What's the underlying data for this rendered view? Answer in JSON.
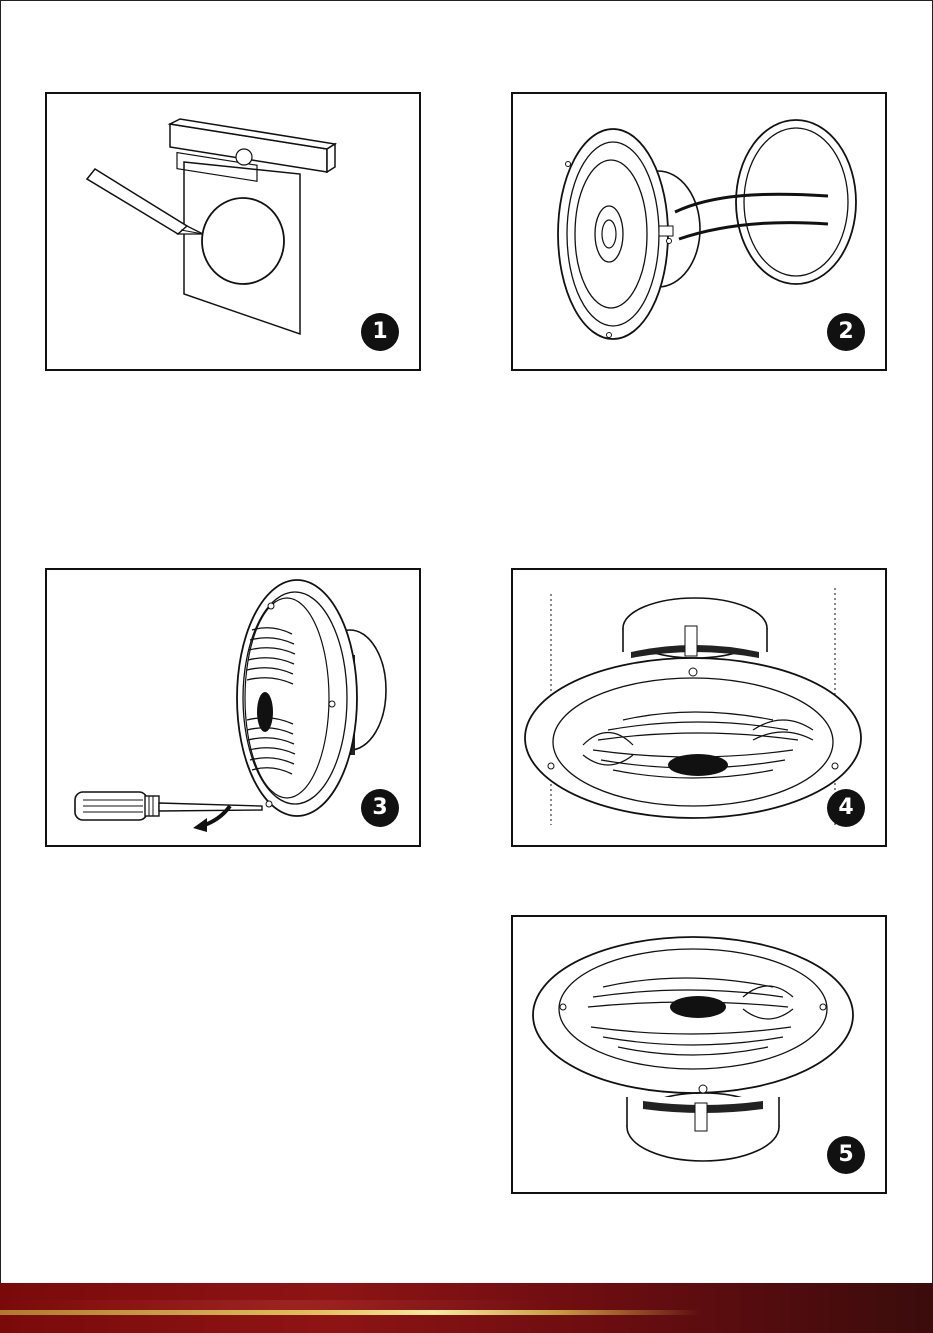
{
  "steps": [
    {
      "id": "1",
      "label": "1",
      "icon": "cutout-template-icon"
    },
    {
      "id": "2",
      "label": "2",
      "icon": "speaker-wiring-icon"
    },
    {
      "id": "3",
      "label": "3",
      "icon": "screwdriver-grille-icon"
    },
    {
      "id": "4",
      "label": "4",
      "icon": "speaker-mount-icon"
    },
    {
      "id": "5",
      "label": "5",
      "icon": "speaker-installed-icon"
    }
  ],
  "colors": {
    "ink": "#111111",
    "footer_red": "#8e1414",
    "footer_dark": "#3a0c0c",
    "footer_gold": "#e0c060"
  }
}
